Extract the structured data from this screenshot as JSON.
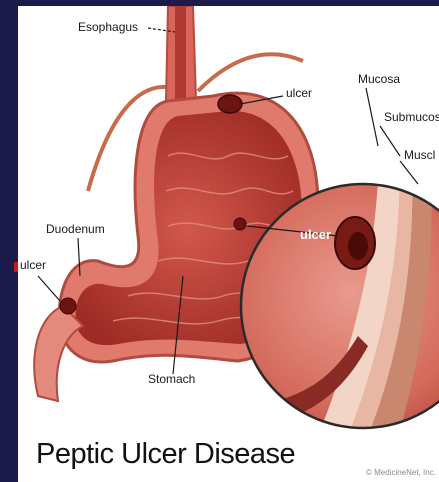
{
  "title": "Peptic Ulcer Disease",
  "credit": "© MedicineNet, Inc.",
  "labels": {
    "esophagus": "Esophagus",
    "ulcer_top": "ulcer",
    "mucosa": "Mucosa",
    "submucosa": "Submucos",
    "muscle": "Muscl",
    "duodenum": "Duodenum",
    "ulcer_left": "ulcer",
    "ulcer_middle": "ulcer",
    "stomach": "Stomach"
  },
  "colors": {
    "frame": "#1c1a4a",
    "stomach_outer": "#d9645a",
    "stomach_inner": "#a9302b",
    "ulcer": "#6b1410",
    "magnifier_edge": "#2a2a2a"
  }
}
